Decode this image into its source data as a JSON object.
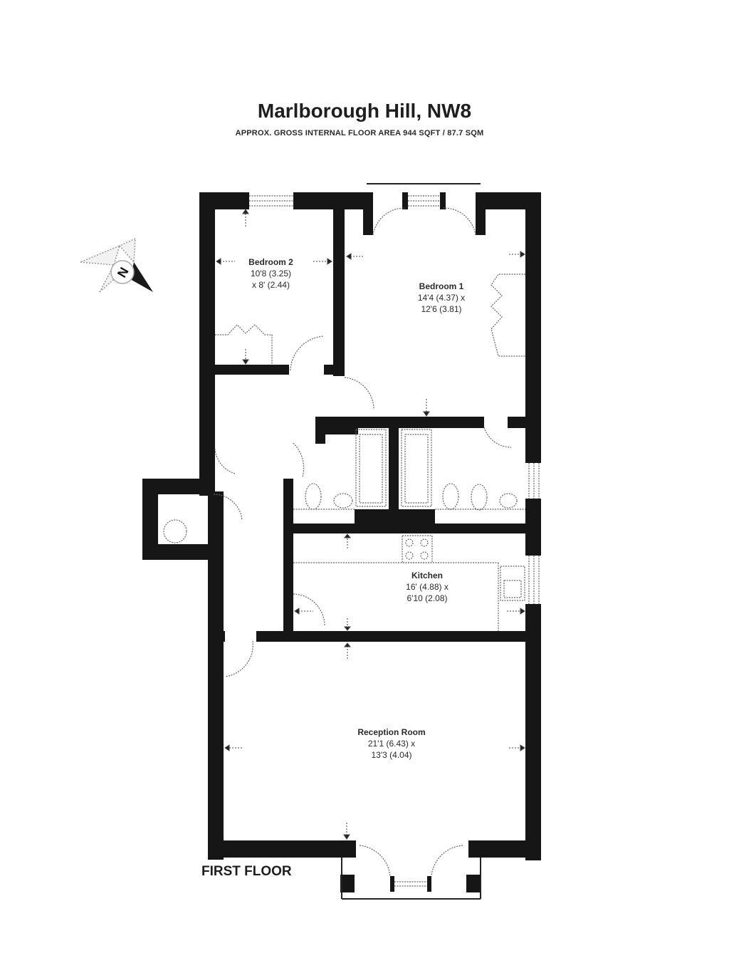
{
  "header": {
    "title": "Marlborough Hill, NW8",
    "subtitle": "APPROX. GROSS INTERNAL FLOOR AREA 944 SQFT / 87.7 SQM"
  },
  "floor_label": "FIRST FLOOR",
  "compass": {
    "label": "N",
    "icon": "north-compass-icon"
  },
  "rooms": [
    {
      "name": "Bedroom 2",
      "dim1": "10'8 (3.25)",
      "dim2": "x 8' (2.44)"
    },
    {
      "name": "Bedroom 1",
      "dim1": "14'4 (4.37) x",
      "dim2": "12'6 (3.81)"
    },
    {
      "name": "Kitchen",
      "dim1": "16' (4.88) x",
      "dim2": "6'10 (2.08)"
    },
    {
      "name": "Reception Room",
      "dim1": "21'1 (6.43) x",
      "dim2": "13'3 (4.04)"
    }
  ],
  "colors": {
    "wall": "#161616",
    "fixture": "#555555",
    "background": "#ffffff"
  }
}
